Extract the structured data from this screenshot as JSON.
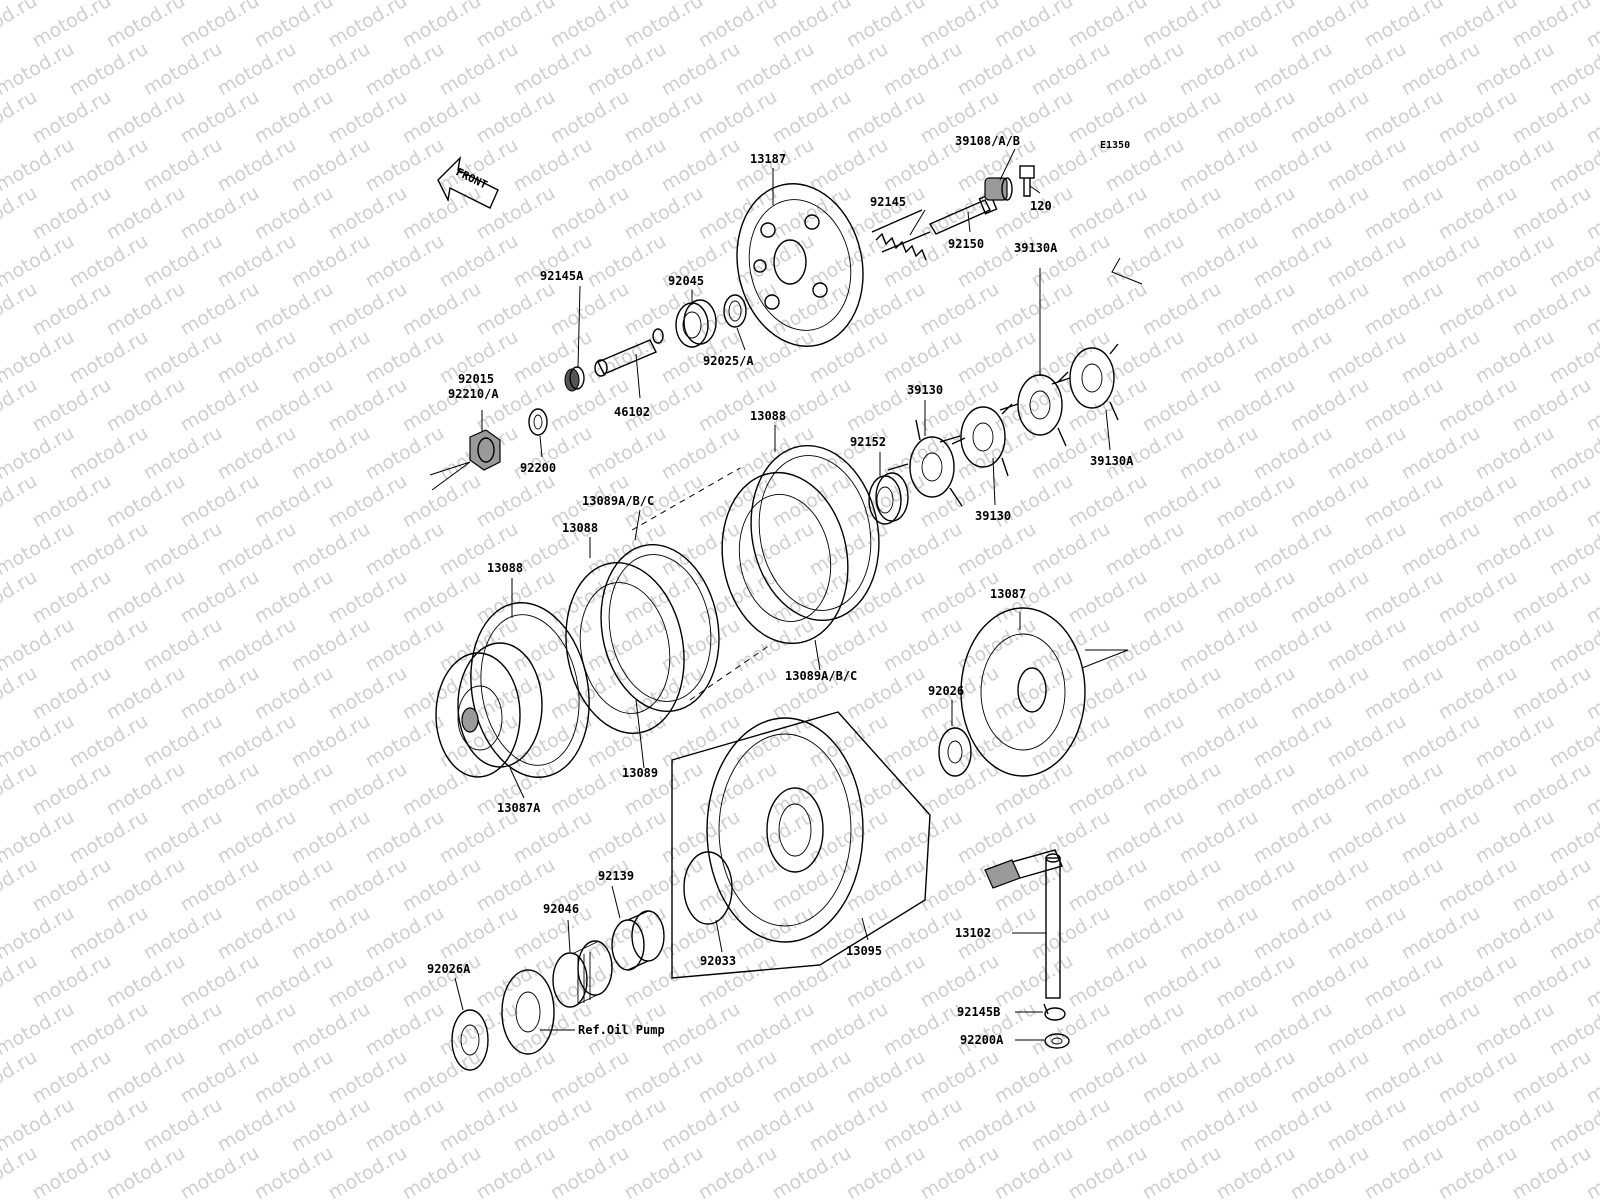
{
  "watermark": "motod.ru",
  "diagram_code": "E1350",
  "front_label": "FRONT",
  "parts": {
    "p13187": "13187",
    "p39108": "39108/A/B",
    "p120": "120",
    "p92145": "92145",
    "p92150": "92150",
    "p92045": "92045",
    "p92025": "92025/A",
    "p92145A": "92145A",
    "p46102": "46102",
    "p92015": "92015",
    "p92210": "92210/A",
    "p92200": "92200",
    "p39130A_top": "39130A",
    "p39130_top": "39130",
    "p39130A_right": "39130A",
    "p39130_bottom": "39130",
    "p92152": "92152",
    "p13088_top": "13088",
    "p13089_top": "13089A/B/C",
    "p13088_mid": "13088",
    "p13088_left": "13088",
    "p13089_bottom": "13089A/B/C",
    "p13087": "13087",
    "p92026": "92026",
    "p13089": "13089",
    "p13087A": "13087A",
    "p13095": "13095",
    "p92033": "92033",
    "p92139": "92139",
    "p92046": "92046",
    "p92026A": "92026A",
    "ref_oil_pump": "Ref.Oil Pump",
    "p13102": "13102",
    "p92145B": "92145B",
    "p92200A": "92200A"
  }
}
